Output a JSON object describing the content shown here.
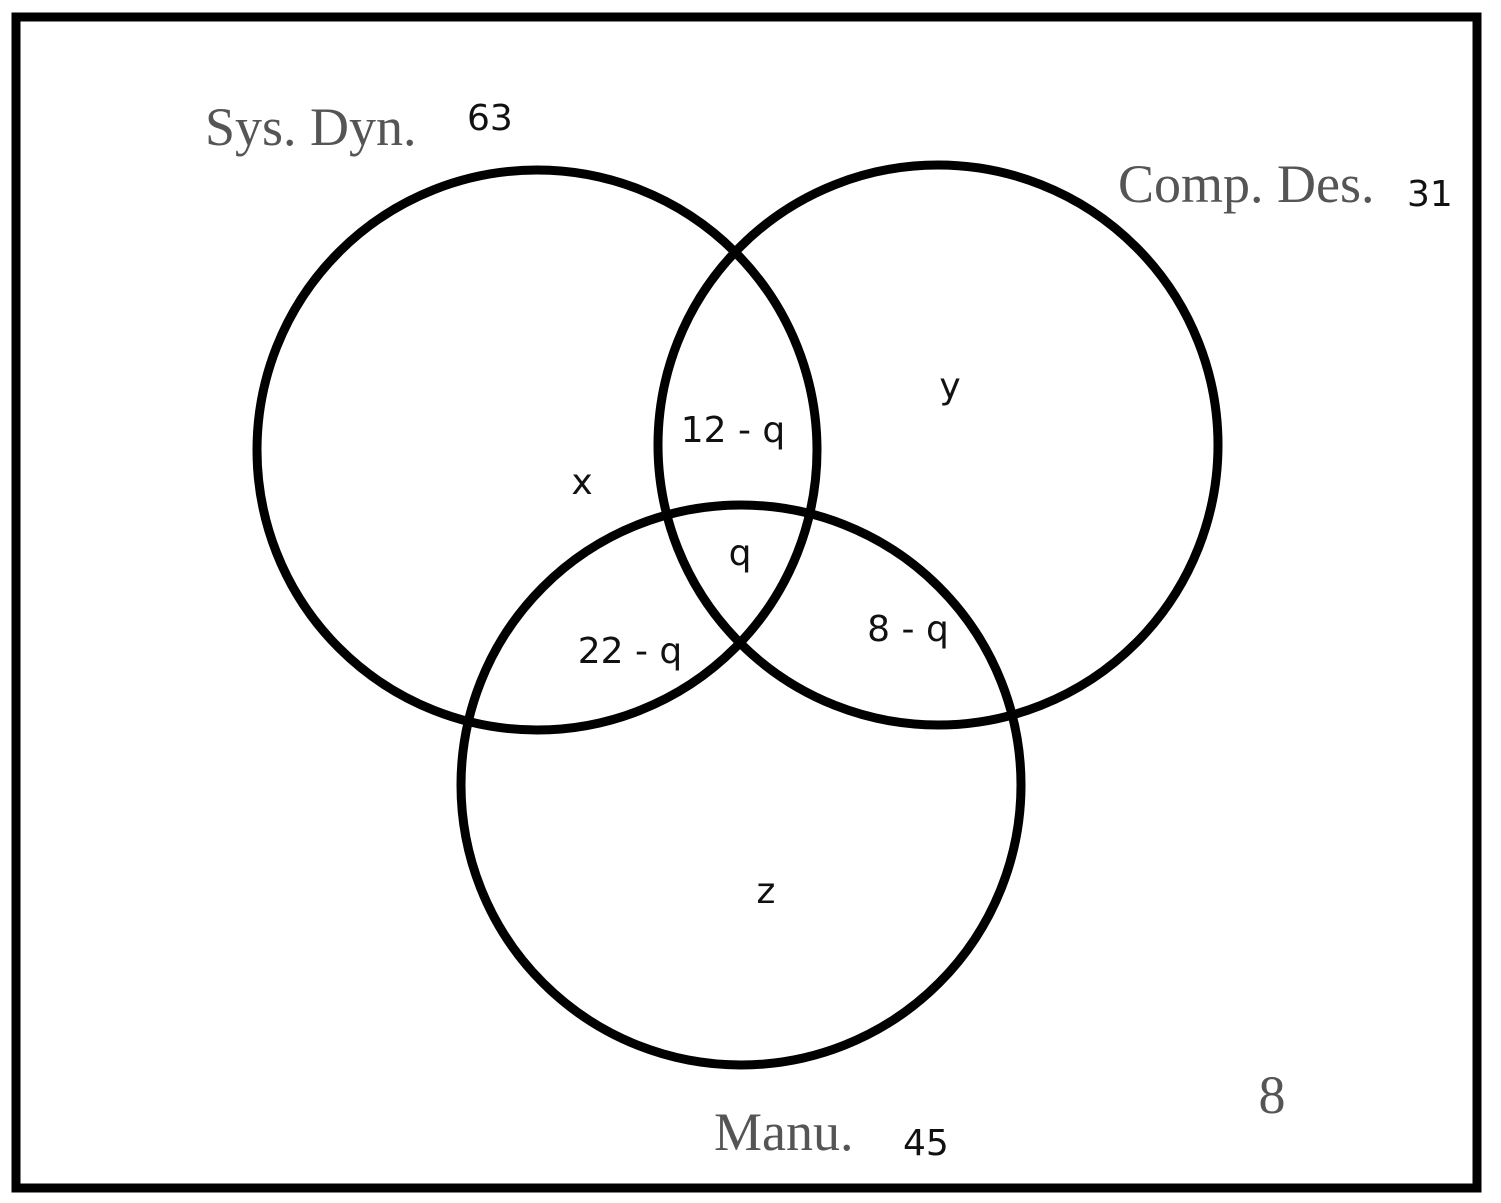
{
  "sets": {
    "sys_dyn": {
      "label": "Sys. Dyn.",
      "total": "63"
    },
    "comp_des": {
      "label": "Comp. Des.",
      "total": "31"
    },
    "manu": {
      "label": "Manu.",
      "total": "45"
    }
  },
  "regions": {
    "sys_dyn_only": "x",
    "comp_des_only": "y",
    "manu_only": "z",
    "sys_comp": "12 - q",
    "sys_manu": "22 - q",
    "comp_manu": "8 - q",
    "all_three": "q"
  },
  "outside": "8"
}
